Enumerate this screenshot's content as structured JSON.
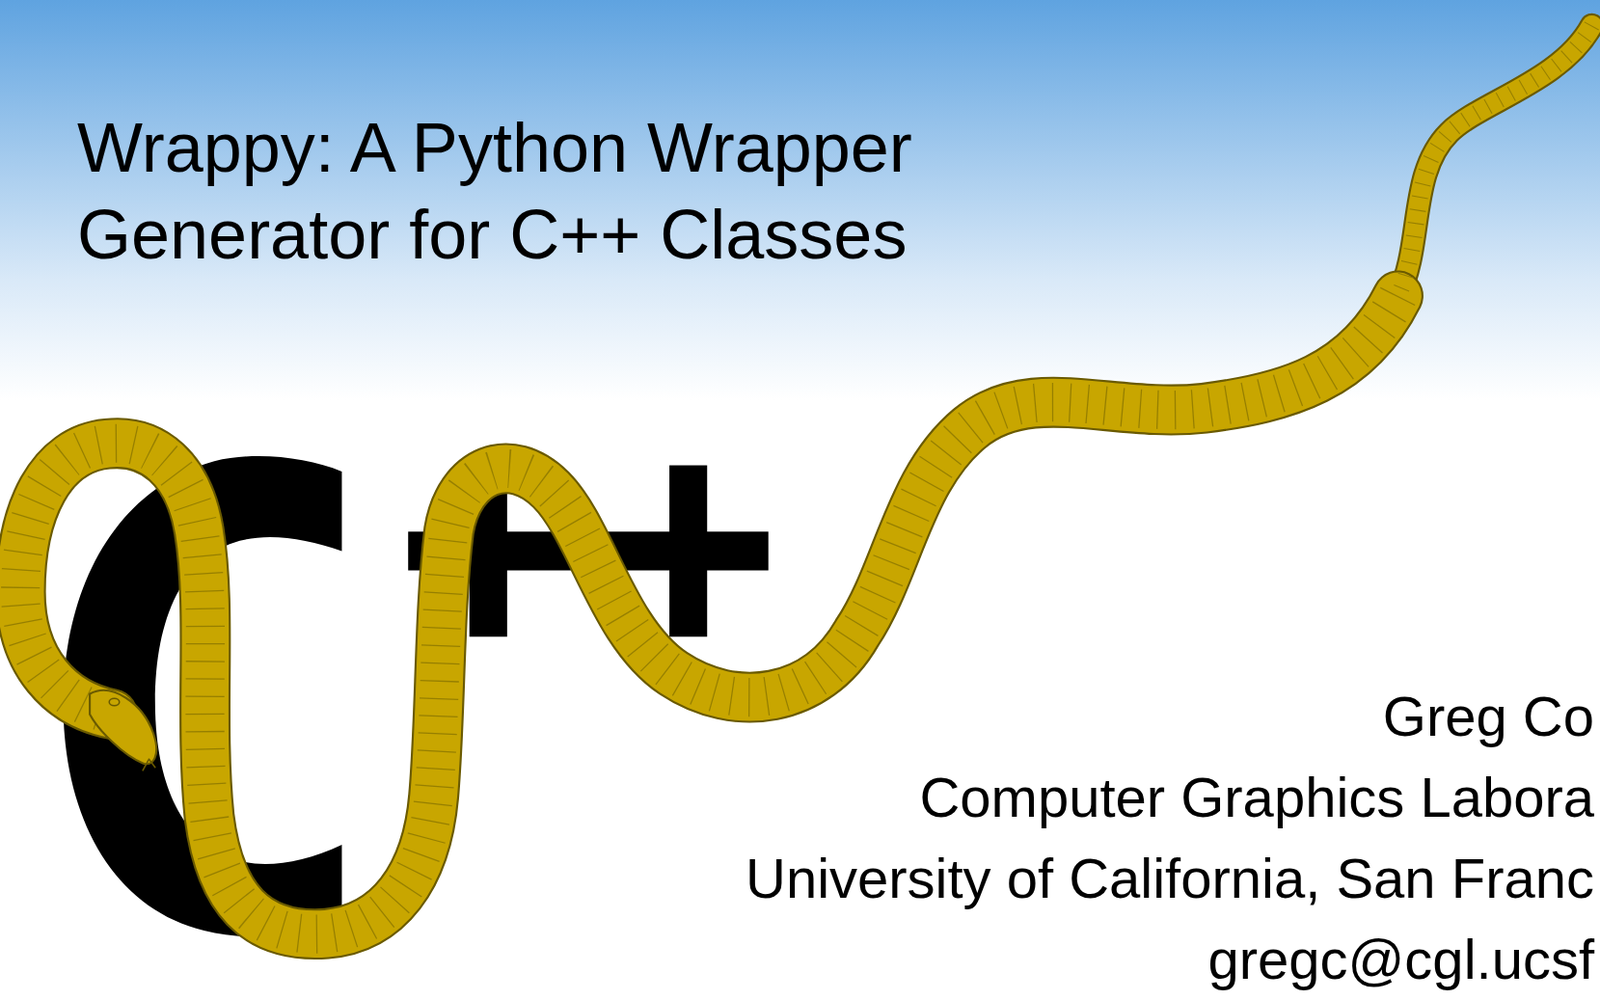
{
  "diagram": {
    "title": "Wrappy: A Python Wrapper Generator for C++ Classes",
    "labels": [
      "Greg Co",
      "Computer Graphics Labora",
      "University of California, San Franc",
      "gregc@cgl.ucsf"
    ]
  }
}
